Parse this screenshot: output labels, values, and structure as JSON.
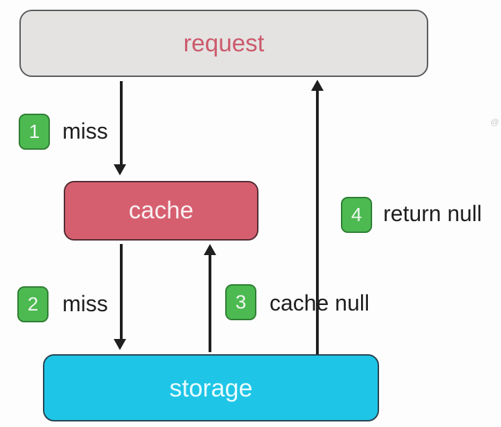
{
  "diagram": {
    "background": "#fdfdfd",
    "arrow_color": "#1f1f1f",
    "nodes": [
      {
        "id": "request",
        "label": "request",
        "fill": "#e4e3e2",
        "border": "#58595b",
        "text_color": "#cc5a6c"
      },
      {
        "id": "cache",
        "label": "cache",
        "fill": "#d65f6f",
        "border": "#512b33",
        "text_color": "#faeff1"
      },
      {
        "id": "storage",
        "label": "storage",
        "fill": "#1ec5e7",
        "border": "#27424f",
        "text_color": "#e9fbfe"
      }
    ],
    "badge_style": {
      "fill": "#4cba51",
      "border": "#2f7d33",
      "text_color": "#eef7ee"
    },
    "steps": [
      {
        "num": "1",
        "label": "miss"
      },
      {
        "num": "2",
        "label": "miss"
      },
      {
        "num": "3",
        "label": "cache null"
      },
      {
        "num": "4",
        "label": "return null"
      }
    ],
    "flows": [
      {
        "from": "request",
        "to": "cache",
        "direction": "down"
      },
      {
        "from": "cache",
        "to": "storage",
        "direction": "down"
      },
      {
        "from": "storage",
        "to": "cache",
        "direction": "up"
      },
      {
        "from": "storage",
        "to": "request",
        "direction": "up"
      }
    ],
    "watermark": "@"
  }
}
